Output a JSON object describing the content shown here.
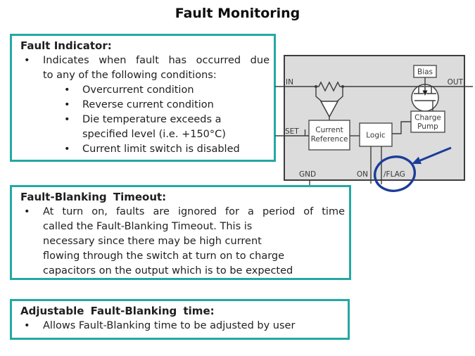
{
  "title": "Fault Monitoring",
  "bullet_glyph": "•",
  "accent_color": "#25a8a2",
  "annotation_color": "#1c3d99",
  "boxes": [
    {
      "heading": "Fault Indicator:",
      "bullet_lines": [
        "Indicates when fault has occurred due",
        "to any of the following conditions:"
      ],
      "sub_bullets": [
        [
          "Overcurrent condition"
        ],
        [
          "Reverse current condition"
        ],
        [
          "Die temperature exceeds a",
          "specified level (i.e. +150°C)"
        ],
        [
          "Current limit switch is disabled"
        ]
      ]
    },
    {
      "heading": "Fault-Blanking Timeout:",
      "bullet_lines": [
        "At turn on, faults are ignored for a period of time",
        "called the Fault-Blanking Timeout. This is",
        "necessary since there may be high current",
        "flowing through the switch at turn on to charge",
        "capacitors on the output which is to be expected"
      ]
    },
    {
      "heading": "Adjustable Fault-Blanking time:",
      "bullet_lines": [
        "Allows Fault-Blanking time to be adjusted by user"
      ]
    }
  ],
  "diagram": {
    "pins": {
      "in": "IN",
      "out": "OUT",
      "set": "SET",
      "gnd": "GND",
      "on": "ON",
      "flag": "/FLAG"
    },
    "blocks": {
      "bias": "Bias",
      "charge_pump": [
        "Charge",
        "Pump"
      ],
      "current_reference": [
        "Current",
        "Reference"
      ],
      "logic": "Logic"
    }
  }
}
